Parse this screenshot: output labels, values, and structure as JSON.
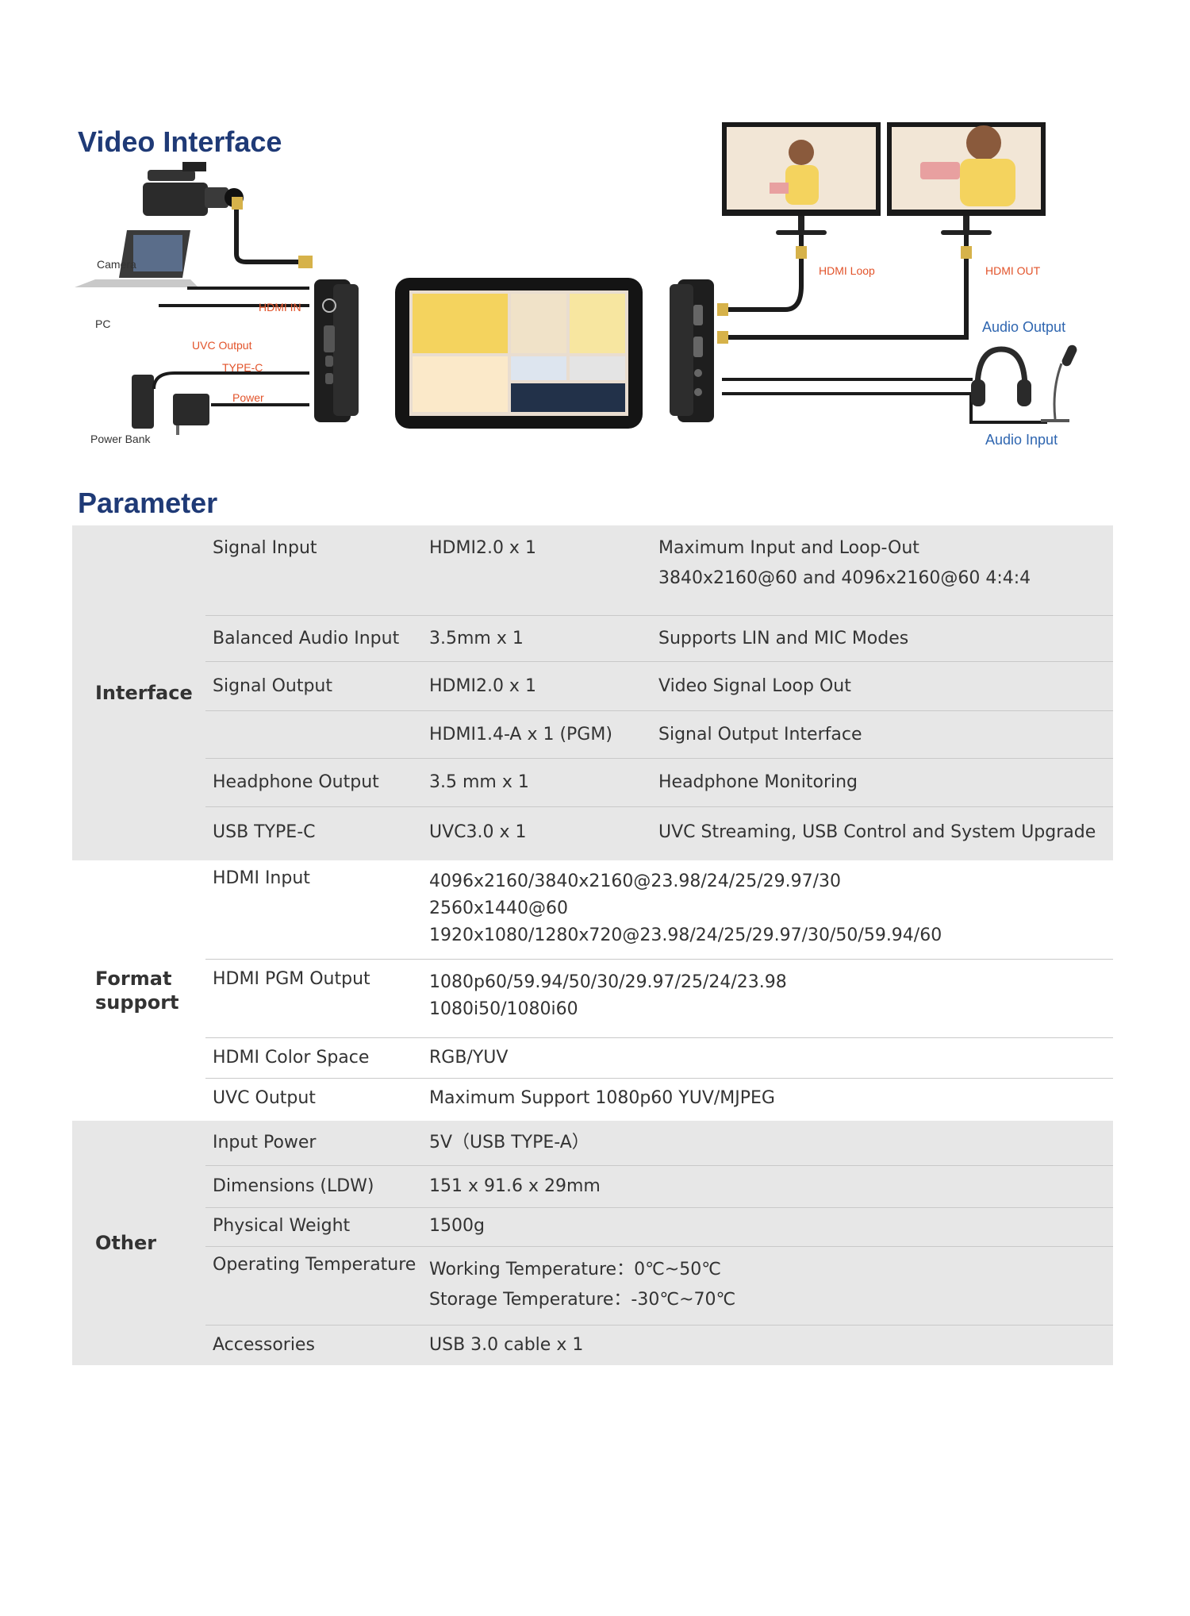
{
  "headings": {
    "video_interface": "Video Interface",
    "parameter": "Parameter"
  },
  "diagram": {
    "device_labels": {
      "camera": "Camera",
      "pc": "PC",
      "power_bank": "Power Bank"
    },
    "port_labels": {
      "hdmi_in": "HDMI IN",
      "uvc_output": "UVC Output",
      "type_c": "TYPE-C",
      "power": "Power",
      "hdmi_loop": "HDMI Loop",
      "hdmi_out": "HDMI OUT"
    },
    "audio_labels": {
      "audio_output": "Audio Output",
      "audio_input": "Audio Input"
    },
    "colors": {
      "port_label": "#e2532a",
      "audio_label": "#2f66b0",
      "heading": "#1f3a76"
    }
  },
  "spec": {
    "interface": {
      "category": "Interface",
      "rows": [
        {
          "name": "Signal Input",
          "value": "HDMI2.0 x 1",
          "desc": "Maximum Input and Loop-Out",
          "desc2": "3840x2160@60 and 4096x2160@60 4:4:4"
        },
        {
          "name": "Balanced Audio Input",
          "value": "3.5mm x 1",
          "desc": "Supports LIN and MIC Modes"
        },
        {
          "name": "Signal Output",
          "value": "HDMI2.0 x 1",
          "desc": "Video Signal Loop Out"
        },
        {
          "name": "",
          "value": "HDMI1.4-A x 1 (PGM)",
          "desc": "Signal Output Interface"
        },
        {
          "name": "Headphone Output",
          "value": "3.5 mm x 1",
          "desc": "Headphone Monitoring"
        },
        {
          "name": "USB TYPE-C",
          "value": "UVC3.0 x 1",
          "desc": "UVC Streaming, USB Control and System Upgrade"
        }
      ]
    },
    "format": {
      "category_line1": "Format",
      "category_line2": "support",
      "rows": [
        {
          "name": "HDMI Input",
          "lines": [
            "4096x2160/3840x2160@23.98/24/25/29.97/30",
            "2560x1440@60",
            "1920x1080/1280x720@23.98/24/25/29.97/30/50/59.94/60"
          ]
        },
        {
          "name": "HDMI PGM Output",
          "lines": [
            "1080p60/59.94/50/30/29.97/25/24/23.98",
            "1080i50/1080i60"
          ]
        },
        {
          "name": "HDMI Color Space",
          "lines": [
            "RGB/YUV"
          ]
        },
        {
          "name": "UVC Output",
          "lines": [
            "Maximum Support 1080p60 YUV/MJPEG"
          ]
        }
      ]
    },
    "other": {
      "category": "Other",
      "rows": [
        {
          "name": "Input Power",
          "lines": [
            "5V（USB TYPE-A）"
          ]
        },
        {
          "name": "Dimensions (LDW)",
          "lines": [
            "151 x 91.6 x 29mm"
          ]
        },
        {
          "name": "Physical Weight",
          "lines": [
            "1500g"
          ]
        },
        {
          "name": "Operating Temperature",
          "lines": [
            "Working Temperature：0℃~50℃",
            "Storage Temperature：-30℃~70℃"
          ]
        },
        {
          "name": "Accessories",
          "lines": [
            "USB 3.0 cable x 1"
          ]
        }
      ]
    }
  }
}
